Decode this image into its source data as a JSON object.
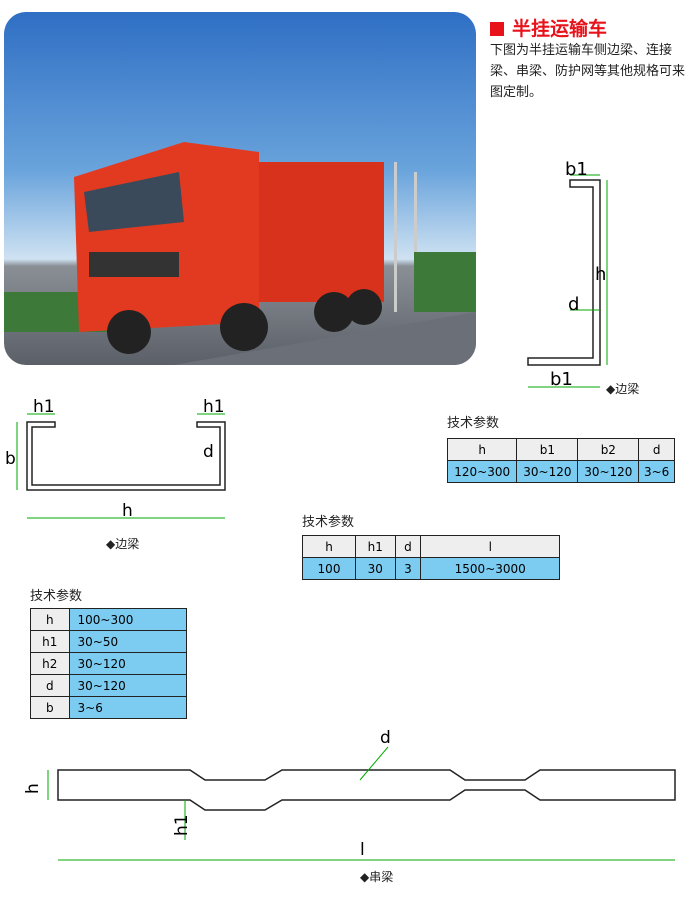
{
  "title": "半挂运输车",
  "intro": "下图为半挂运输车侧边梁、连接梁、串梁、防护网等其他规格可来图定制。",
  "caption_side_beam": "◆边梁",
  "caption_side_beam2": "◆边梁",
  "caption_string_beam": "◆串梁",
  "labels": {
    "b1": "b1",
    "h": "h",
    "d": "d",
    "h1": "h1",
    "b": "b",
    "l": "l"
  },
  "table1": {
    "title": "技术参数",
    "headers": [
      "h",
      "b1",
      "b2",
      "d"
    ],
    "values": [
      "120~300",
      "30~120",
      "30~120",
      "3~6"
    ]
  },
  "table2": {
    "title": "技术参数",
    "headers": [
      "h",
      "h1",
      "d",
      "l"
    ],
    "values": [
      "100",
      "30",
      "3",
      "1500~3000"
    ]
  },
  "table3": {
    "title": "技术参数",
    "rows": [
      [
        "h",
        "100~300"
      ],
      [
        "h1",
        "30~50"
      ],
      [
        "h2",
        "30~120"
      ],
      [
        "d",
        "30~120"
      ],
      [
        "b",
        "3~6"
      ]
    ]
  },
  "colors": {
    "accent": "#e8121b",
    "cell": "#7ccbf0"
  }
}
